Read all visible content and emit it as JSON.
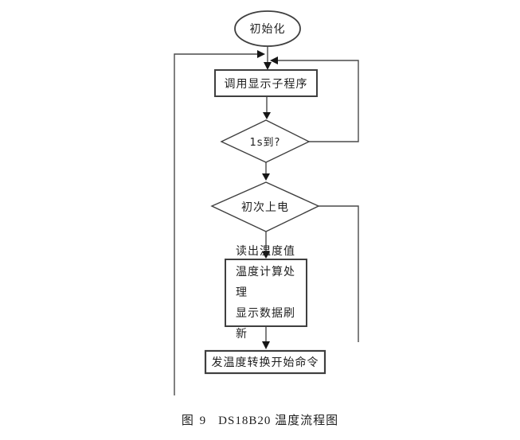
{
  "figure": {
    "colors": {
      "background": "#ffffff",
      "line": "#4a4a4a",
      "node_border": "#3f3f3f",
      "arrowhead": "#161616",
      "text": "#1f1f1f"
    }
  },
  "flowchart": {
    "start": "初始化",
    "call_display": "调用显示子程序",
    "timer_check": "1s到?",
    "first_power_on": "初次上电",
    "process_lines": [
      "读出温度值",
      "温度计算处理",
      "显示数据刷新"
    ],
    "send_convert_cmd": "发温度转换开始命令"
  },
  "caption": {
    "figure_no": "图 9",
    "title": "DS18B20 温度流程图"
  }
}
